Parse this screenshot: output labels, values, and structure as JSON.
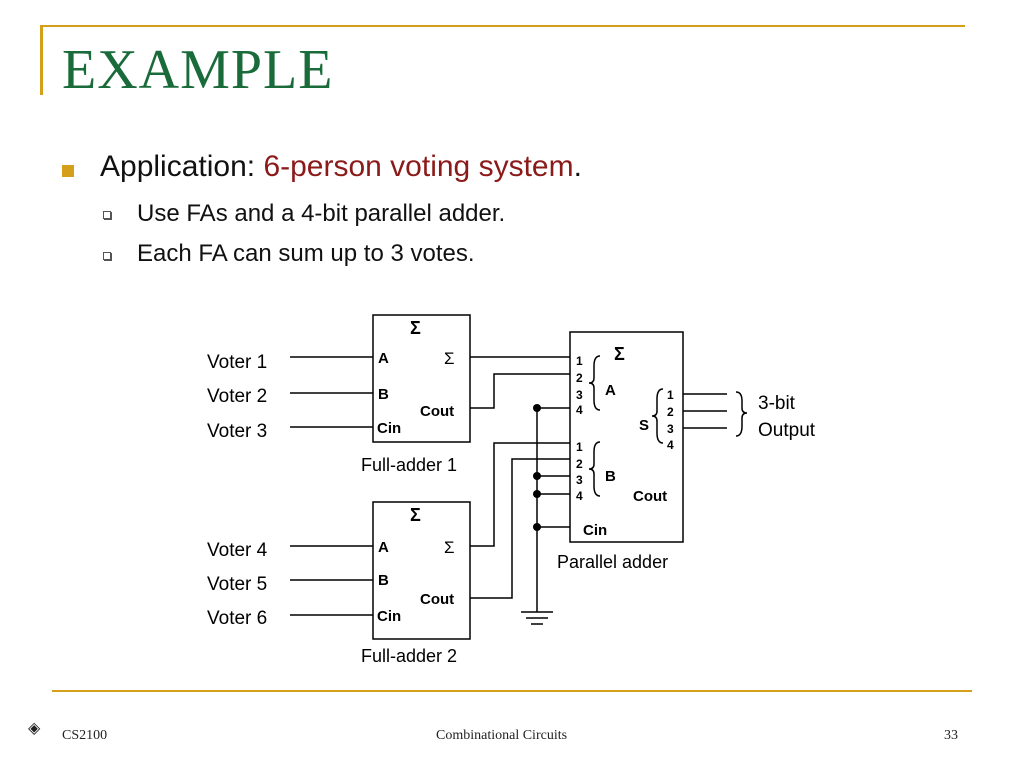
{
  "slide": {
    "title": "EXAMPLE",
    "bullet1_prefix": "Application: ",
    "bullet1_highlight": "6-person voting system",
    "bullet1_suffix": ".",
    "sub1": "Use FAs and a 4-bit parallel adder.",
    "sub2": "Each FA can sum up to 3 votes."
  },
  "diagram": {
    "voters": [
      "Voter 1",
      "Voter 2",
      "Voter 3",
      "Voter 4",
      "Voter 5",
      "Voter 6"
    ],
    "sigma": "Σ",
    "fa_a": "A",
    "fa_b": "B",
    "fa_cin": "Cin",
    "fa_cout": "Cout",
    "fa1_label": "Full-adder 1",
    "fa2_label": "Full-adder 2",
    "pa_label": "Parallel adder",
    "pa_a": "A",
    "pa_b": "B",
    "pa_s": "S",
    "pa_cout": "Cout",
    "pa_cin": "Cin",
    "pin1": "1",
    "pin2": "2",
    "pin3": "3",
    "pin4": "4",
    "out_line1": "3-bit",
    "out_line2": "Output"
  },
  "footer": {
    "course": "CS2100",
    "topic": "Combinational Circuits",
    "page": "33"
  }
}
